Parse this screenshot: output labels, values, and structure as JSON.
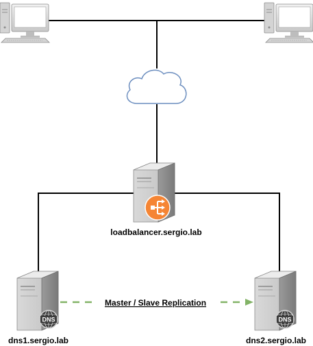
{
  "nodes": {
    "loadbalancer": {
      "label": "loadbalancer.sergio.lab",
      "badge_icon": "load-balancer-icon",
      "badge_color": "#f58534"
    },
    "dns1": {
      "label": "dns1.sergio.lab",
      "badge_icon": "dns-globe-icon",
      "badge_text": "DNS"
    },
    "dns2": {
      "label": "dns2.sergio.lab",
      "badge_icon": "dns-globe-icon",
      "badge_text": "DNS"
    },
    "client_left": {
      "icon": "desktop-computer-icon"
    },
    "client_right": {
      "icon": "desktop-computer-icon"
    },
    "internet": {
      "icon": "cloud-icon"
    }
  },
  "links": {
    "replication": {
      "label": "Master / Slave Replication",
      "color": "#82b366",
      "style": "dashed"
    }
  },
  "colors": {
    "line": "#000000",
    "cloud_fill": "#ffffff",
    "cloud_stroke": "#6c8ebf",
    "server_light": "#e6e6e6",
    "server_dark": "#8c8c8c"
  }
}
